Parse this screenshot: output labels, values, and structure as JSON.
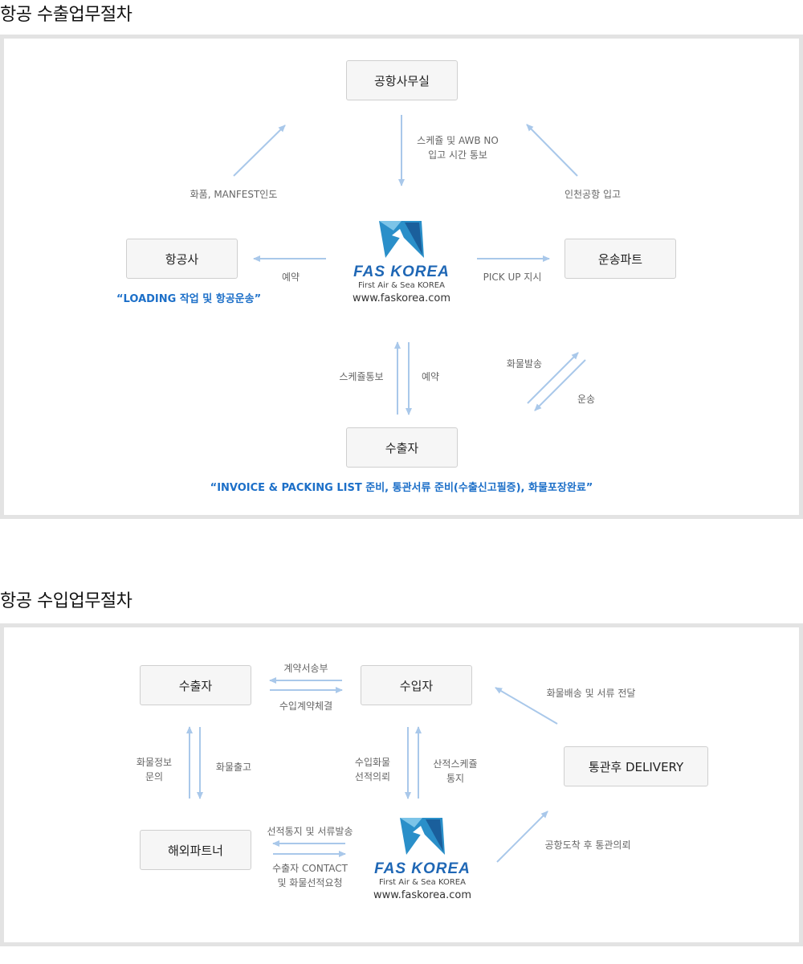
{
  "export": {
    "title": "항공 수출업무절차",
    "nodes": {
      "airport_office": "공항사무실",
      "airline": "항공사",
      "transport": "운송파트",
      "exporter": "수출자"
    },
    "labels": {
      "schedule_line1": "스케쥴 및 AWB NO",
      "schedule_line2": "입고 시간 통보",
      "cargo_manifest": "화품, MANFEST인도",
      "airport_entry": "인천공항 입고",
      "reserve_left": "예약",
      "pickup": "PICK UP 지시",
      "schedule_notice": "스케쥴통보",
      "reserve_down": "예약",
      "cargo_dispatch": "화물발송",
      "delivery": "운송"
    },
    "notes": {
      "airline": "“LOADING 작업 및 항공운송”",
      "exporter": "“INVOICE & PACKING LIST 준비, 통관서류 준비(수출신고필증), 화물포장완료”"
    }
  },
  "import": {
    "title": "항공 수입업무절차",
    "nodes": {
      "exporter": "수출자",
      "importer": "수입자",
      "overseas": "해외파트너",
      "delivery": "통관후 DELIVERY"
    },
    "labels": {
      "contract_send": "계약서송부",
      "contract_sign": "수입계약체결",
      "cargo_delivery": "화물배송 및 서류 전달",
      "info_line1": "화물정보",
      "info_line2": "문의",
      "cargo_release": "화물출고",
      "import_req_line1": "수입화물",
      "import_req_line2": "선적의뢰",
      "ship_sched_line1": "산적스케쥴",
      "ship_sched_line2": "통지",
      "ship_notice": "선적통지 및 서류발송",
      "contact_line1": "수출자 CONTACT",
      "contact_line2": "및 화물선적요청",
      "customs_req": "공항도착 후 통관의뢰"
    }
  },
  "logo": {
    "brand": "FAS KOREA",
    "tagline": "First Air & Sea KOREA",
    "url": "www.faskorea.com"
  },
  "colors": {
    "arrow": "#a9c8ea",
    "accent_text": "#1c6fc8",
    "panel_border": "#e3e3e3",
    "node_bg": "#f6f6f6"
  }
}
